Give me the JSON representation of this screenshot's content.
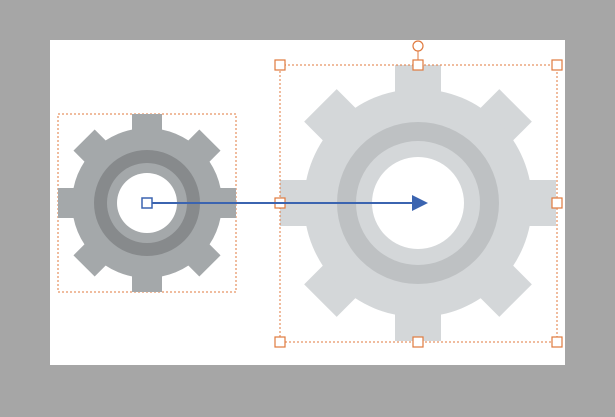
{
  "workspace": {
    "background": "#a6a6a6",
    "slide_background": "#ffffff"
  },
  "source_shape": {
    "name": "gear-icon",
    "state": "original",
    "gear_color": "#a4a8aa",
    "ring_color": "#878a8c",
    "hole_color": "#ffffff",
    "teeth": 8
  },
  "target_shape": {
    "name": "gear-icon",
    "state": "selected-resized",
    "gear_color": "#d4d7d9",
    "ring_color": "#bec1c3",
    "hole_color": "#ffffff",
    "teeth": 8
  },
  "selection": {
    "frame_color": "#e07a3e",
    "handle_fill": "#ffffff",
    "handle_count": 8,
    "rotation_handle": true
  },
  "motion_path": {
    "color": "#3b64b0",
    "start_marker": "square",
    "end_marker": "arrow"
  }
}
